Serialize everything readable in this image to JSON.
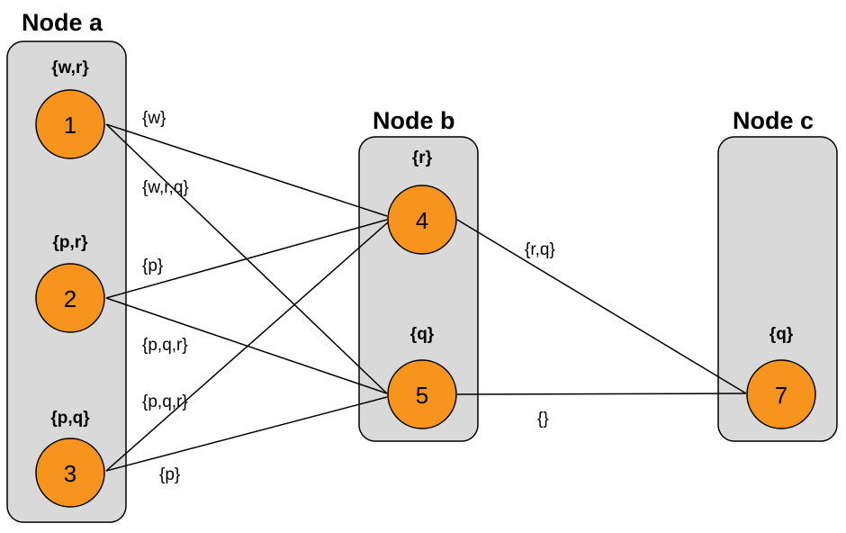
{
  "colors": {
    "node_fill": "#f7941d",
    "group_fill": "#d9d9d9",
    "line": "#000000"
  },
  "groups": [
    {
      "id": "a",
      "title": "Node a"
    },
    {
      "id": "b",
      "title": "Node b"
    },
    {
      "id": "c",
      "title": "Node c"
    }
  ],
  "nodes": [
    {
      "id": "1",
      "label": "1",
      "set": "{w,r}"
    },
    {
      "id": "2",
      "label": "2",
      "set": "{p,r}"
    },
    {
      "id": "3",
      "label": "3",
      "set": "{p,q}"
    },
    {
      "id": "4",
      "label": "4",
      "set": "{r}"
    },
    {
      "id": "5",
      "label": "5",
      "set": "{q}"
    },
    {
      "id": "7",
      "label": "7",
      "set": "{q}"
    }
  ],
  "edges": [
    {
      "from": "1",
      "to": "4",
      "label": "{w}"
    },
    {
      "from": "1",
      "to": "5",
      "label": "{w,r,q}"
    },
    {
      "from": "2",
      "to": "4",
      "label": "{p}"
    },
    {
      "from": "2",
      "to": "5",
      "label": "{p,q,r}"
    },
    {
      "from": "3",
      "to": "4",
      "label": "{p,q,r}"
    },
    {
      "from": "3",
      "to": "5",
      "label": "{p}"
    },
    {
      "from": "4",
      "to": "7",
      "label": "{r,q}"
    },
    {
      "from": "5",
      "to": "7",
      "label": "{}"
    }
  ]
}
